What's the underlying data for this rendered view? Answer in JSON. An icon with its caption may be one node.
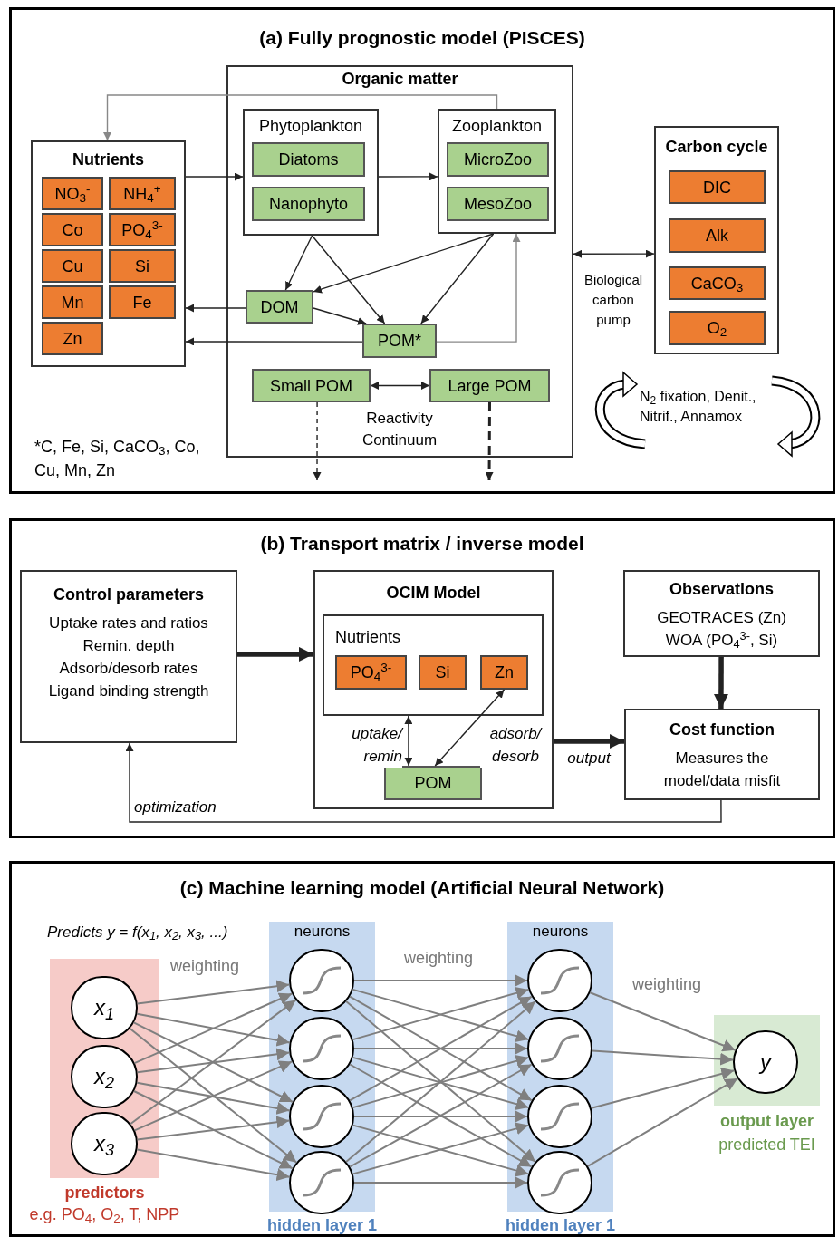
{
  "diagram": {
    "nodes": [
      {
        "text": [
          "(a) Fully prognostic model (PISCES)"
        ]
      },
      {
        "text": [
          "Organic matter"
        ],
        "in": 0
      },
      {
        "text": [
          "Nutrients"
        ],
        "in": 0
      },
      {
        "text": [
          "NO$_{3}$$^{-}$"
        ],
        "in": 2
      },
      {
        "text": [
          "NH$_{4}$$^{+}$"
        ],
        "in": 2
      },
      {
        "text": [
          "Co"
        ],
        "in": 2
      },
      {
        "text": [
          "PO$_{4}$$^{3-}$"
        ],
        "in": 2
      },
      {
        "text": [
          "Cu"
        ],
        "in": 2
      },
      {
        "text": [
          "Si"
        ],
        "in": 2
      },
      {
        "text": [
          "Mn"
        ],
        "in": 2
      },
      {
        "text": [
          "Fe"
        ],
        "in": 2
      },
      {
        "text": [
          "Zn"
        ],
        "in": 2
      },
      {
        "text": [
          "Phytoplankton"
        ],
        "in": 1
      },
      {
        "text": [
          "Diatoms"
        ],
        "in": 12
      },
      {
        "text": [
          "Nanophyto"
        ],
        "in": 12
      },
      {
        "text": [
          "Zooplankton"
        ],
        "in": 1
      },
      {
        "text": [
          "MicroZoo"
        ],
        "in": 15
      },
      {
        "text": [
          "MesoZoo"
        ],
        "in": 15
      },
      {
        "text": [
          "DOM"
        ],
        "in": 1
      },
      {
        "text": [
          "POM*"
        ],
        "in": 1
      },
      {
        "text": [
          "Small POM"
        ],
        "in": 1
      },
      {
        "text": [
          "Large POM"
        ],
        "in": 1
      },
      {
        "text": [
          "Carbon cycle"
        ],
        "in": 0
      },
      {
        "text": [
          "DIC"
        ],
        "in": 22
      },
      {
        "text": [
          "Alk"
        ],
        "in": 22
      },
      {
        "text": [
          "CaCO$_{3}$"
        ],
        "in": 22
      },
      {
        "text": [
          "O$_{2}$"
        ],
        "in": 22
      },
      {
        "text": [
          "(b) Transport matrix / inverse model"
        ]
      },
      {
        "text": [
          "Control parameters",
          "Uptake rates and ratios Remin. depth Adsorb/desorb rates Ligand binding strength"
        ],
        "in": 27
      },
      {
        "text": [
          "OCIM Model"
        ],
        "in": 27
      },
      {
        "text": [
          "Nutrients"
        ],
        "in": 29
      },
      {
        "text": [
          "PO$_{4}$$^{3-}$"
        ],
        "in": 30
      },
      {
        "text": [
          "Si"
        ],
        "in": 30
      },
      {
        "text": [
          "Zn"
        ],
        "in": 30
      },
      {
        "text": [
          "POM"
        ],
        "in": 29
      },
      {
        "text": [
          "Observations",
          "GEOTRACES (Zn) WOA (PO$_{4}$$^{3-}$, Si)"
        ],
        "in": 27
      },
      {
        "text": [
          "Cost function",
          "Measures the model/data misfit"
        ],
        "in": 27
      },
      {
        "text": [
          "(c) Machine learning model (Artificial Neural Network)"
        ]
      },
      {
        "text": [],
        "shape": "box",
        "beside": [
          "predictors",
          "e.g. PO$_{4}$, O$_{2}$, T, NPP"
        ],
        "in": 37
      },
      {
        "text": [
          "x$_{1}$"
        ],
        "in": 38
      },
      {
        "text": [
          "x$_{2}$"
        ],
        "in": 38
      },
      {
        "text": [
          "x$_{3}$"
        ],
        "in": 38
      },
      {
        "text": [
          "neurons"
        ],
        "beside": [
          "hidden layer 1"
        ],
        "in": 37
      },
      {
        "text": [],
        "shape": "circle",
        "in": 42
      },
      {
        "text": [],
        "shape": "circle",
        "in": 42
      },
      {
        "text": [],
        "shape": "circle",
        "in": 42
      },
      {
        "text": [],
        "shape": "circle",
        "in": 42
      },
      {
        "text": [
          "neurons"
        ],
        "beside": [
          "hidden layer 1"
        ],
        "in": 37
      },
      {
        "text": [],
        "shape": "circle",
        "in": 47
      },
      {
        "text": [],
        "shape": "circle",
        "in": 47
      },
      {
        "text": [],
        "shape": "circle",
        "in": 47
      },
      {
        "text": [],
        "shape": "circle",
        "in": 47
      },
      {
        "text": [],
        "shape": "box",
        "beside": [
          "output layer",
          "predicted TEI"
        ],
        "in": 37
      },
      {
        "text": [
          "y"
        ],
        "in": 52
      }
    ],
    "edges": [
      {
        "from": 2,
        "to": 12,
        "arrow": "to",
        "color": "#222222"
      },
      {
        "from": 12,
        "to": 15,
        "arrow": "to",
        "color": "#222222"
      },
      {
        "from": 15,
        "to": 2,
        "arrow": "to",
        "color": "#888888"
      },
      {
        "from": 12,
        "to": 18,
        "arrow": "to",
        "color": "#222222"
      },
      {
        "from": 12,
        "to": 19,
        "arrow": "to",
        "color": "#222222"
      },
      {
        "from": 15,
        "to": 18,
        "arrow": "to",
        "color": "#222222"
      },
      {
        "from": 15,
        "to": 19,
        "arrow": "to",
        "color": "#222222"
      },
      {
        "from": 18,
        "to": 19,
        "arrow": "to",
        "color": "#222222"
      },
      {
        "from": 18,
        "to": 2,
        "arrow": "to",
        "color": "#222222"
      },
      {
        "from": 19,
        "to": 2,
        "arrow": "to",
        "color": "#222222"
      },
      {
        "from": 19,
        "to": 15,
        "arrow": "to",
        "color": "#888888"
      },
      {
        "from": 1,
        "to": 22,
        "arrow": "both",
        "label": "Biological carbon pump",
        "color": "#222222"
      },
      {
        "from": 20,
        "to": 21,
        "arrow": "both",
        "label": "Reactivity Continuum",
        "color": "#222222"
      },
      {
        "from": 20,
        "to": null,
        "arrow": "to",
        "style": "dashed",
        "color": "#222222"
      },
      {
        "from": 21,
        "to": null,
        "arrow": "to",
        "style": "dashed",
        "color": "#222222"
      },
      {
        "from": 28,
        "to": 29,
        "arrow": "to",
        "style": "thick",
        "color": "#222222"
      },
      {
        "from": 30,
        "to": 34,
        "arrow": "both",
        "label": "uptake/ remin",
        "color": "#222222"
      },
      {
        "from": 33,
        "to": 34,
        "arrow": "both",
        "label": "adsorb/ desorb",
        "color": "#222222"
      },
      {
        "from": 29,
        "to": 36,
        "arrow": "to",
        "style": "thick",
        "label": "output",
        "color": "#222222"
      },
      {
        "from": 35,
        "to": 36,
        "arrow": "to",
        "style": "thick",
        "color": "#222222"
      },
      {
        "from": 36,
        "to": 28,
        "arrow": "to",
        "label": "optimization",
        "color": "#222222"
      },
      {
        "from": 39,
        "to": 43,
        "arrow": "to",
        "color": "#7f7f7f"
      },
      {
        "from": 39,
        "to": 44,
        "arrow": "to",
        "color": "#7f7f7f"
      },
      {
        "from": 39,
        "to": 45,
        "arrow": "to",
        "color": "#7f7f7f"
      },
      {
        "from": 39,
        "to": 46,
        "arrow": "to",
        "color": "#7f7f7f"
      },
      {
        "from": 40,
        "to": 43,
        "arrow": "to",
        "color": "#7f7f7f"
      },
      {
        "from": 40,
        "to": 44,
        "arrow": "to",
        "color": "#7f7f7f"
      },
      {
        "from": 40,
        "to": 45,
        "arrow": "to",
        "color": "#7f7f7f"
      },
      {
        "from": 40,
        "to": 46,
        "arrow": "to",
        "color": "#7f7f7f"
      },
      {
        "from": 41,
        "to": 43,
        "arrow": "to",
        "color": "#7f7f7f"
      },
      {
        "from": 41,
        "to": 44,
        "arrow": "to",
        "color": "#7f7f7f"
      },
      {
        "from": 41,
        "to": 45,
        "arrow": "to",
        "color": "#7f7f7f"
      },
      {
        "from": 41,
        "to": 46,
        "arrow": "to",
        "color": "#7f7f7f"
      },
      {
        "from": 43,
        "to": 48,
        "arrow": "to",
        "color": "#7f7f7f"
      },
      {
        "from": 43,
        "to": 49,
        "arrow": "to",
        "color": "#7f7f7f"
      },
      {
        "from": 43,
        "to": 50,
        "arrow": "to",
        "color": "#7f7f7f"
      },
      {
        "from": 43,
        "to": 51,
        "arrow": "to",
        "color": "#7f7f7f"
      },
      {
        "from": 44,
        "to": 48,
        "arrow": "to",
        "color": "#7f7f7f"
      },
      {
        "from": 44,
        "to": 49,
        "arrow": "to",
        "color": "#7f7f7f"
      },
      {
        "from": 44,
        "to": 50,
        "arrow": "to",
        "color": "#7f7f7f"
      },
      {
        "from": 44,
        "to": 51,
        "arrow": "to",
        "color": "#7f7f7f"
      },
      {
        "from": 45,
        "to": 48,
        "arrow": "to",
        "color": "#7f7f7f"
      },
      {
        "from": 45,
        "to": 49,
        "arrow": "to",
        "color": "#7f7f7f"
      },
      {
        "from": 45,
        "to": 50,
        "arrow": "to",
        "color": "#7f7f7f"
      },
      {
        "from": 45,
        "to": 51,
        "arrow": "to",
        "color": "#7f7f7f"
      },
      {
        "from": 46,
        "to": 48,
        "arrow": "to",
        "color": "#7f7f7f"
      },
      {
        "from": 46,
        "to": 49,
        "arrow": "to",
        "color": "#7f7f7f"
      },
      {
        "from": 46,
        "to": 50,
        "arrow": "to",
        "color": "#7f7f7f"
      },
      {
        "from": 46,
        "to": 51,
        "arrow": "to",
        "color": "#7f7f7f"
      },
      {
        "from": 48,
        "to": 53,
        "arrow": "to",
        "color": "#7f7f7f"
      },
      {
        "from": 49,
        "to": 53,
        "arrow": "to",
        "color": "#7f7f7f"
      },
      {
        "from": 50,
        "to": 53,
        "arrow": "to",
        "color": "#7f7f7f"
      },
      {
        "from": 51,
        "to": 53,
        "arrow": "to",
        "color": "#7f7f7f"
      }
    ],
    "labels": [
      "*C, Fe, Si, CaCO$_{3}$, Co, Cu, Mn, Zn",
      "N$_{2}$ fixation, Denit., Nitrif., Annamox",
      "Predicts y = f(x$_{1}$, x$_{2}$, x$_{3}$, ...)",
      "weighting",
      "weighting",
      "weighting"
    ]
  }
}
